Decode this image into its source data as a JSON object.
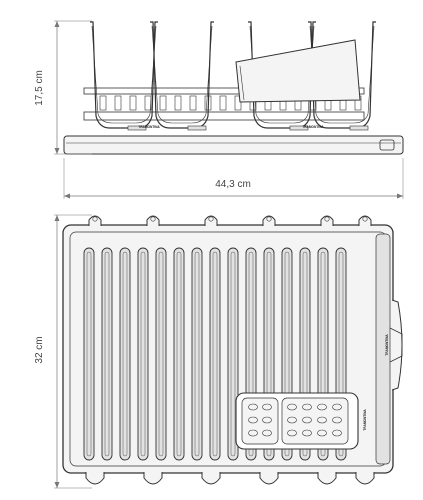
{
  "dimensions": {
    "height": "17,5 cm",
    "width": "44,3 cm",
    "depth": "32 cm"
  },
  "brand": {
    "side_label": "TRAMONTINA",
    "tray_label": "TRAMONTINA"
  },
  "colors": {
    "line": "#333333",
    "dim_line": "#777777",
    "fill_light": "#f4f4f4",
    "fill_mid": "#e2e2e2",
    "fill_dark": "#cfcfcf"
  }
}
